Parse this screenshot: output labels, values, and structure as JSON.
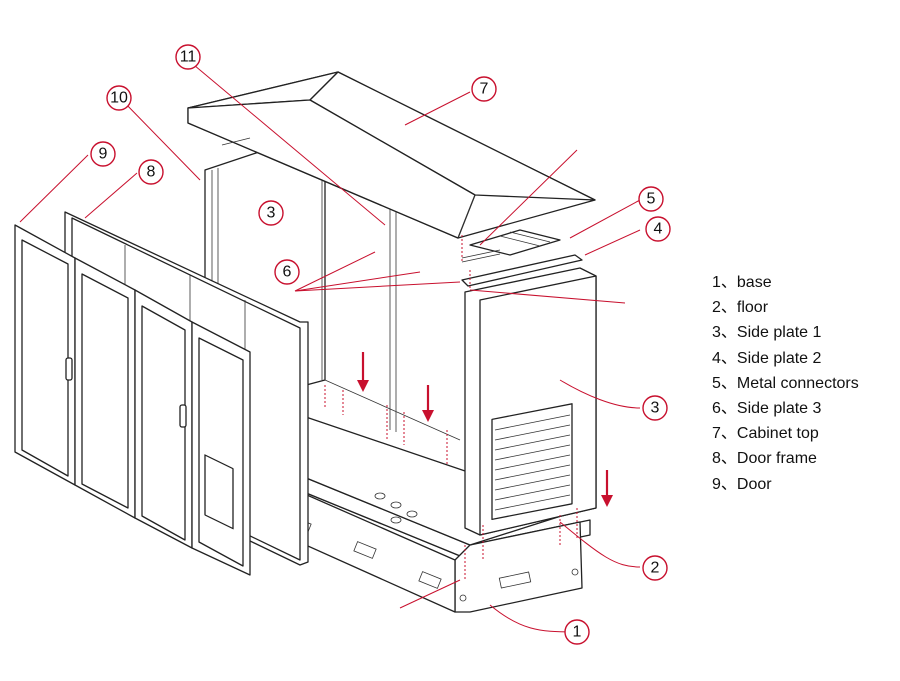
{
  "callouts": [
    "1",
    "2",
    "3",
    "3",
    "4",
    "5",
    "6",
    "7",
    "8",
    "9",
    "10",
    "11"
  ],
  "legend": [
    "1、base",
    "2、floor",
    "3、Side plate 1",
    "4、Side plate 2",
    "5、Metal connectors",
    "6、Side plate 3",
    "7、Cabinet top",
    "8、Door frame",
    "9、Door"
  ],
  "colors": {
    "accent": "#c8102e",
    "line": "#222222",
    "background": "#ffffff"
  }
}
